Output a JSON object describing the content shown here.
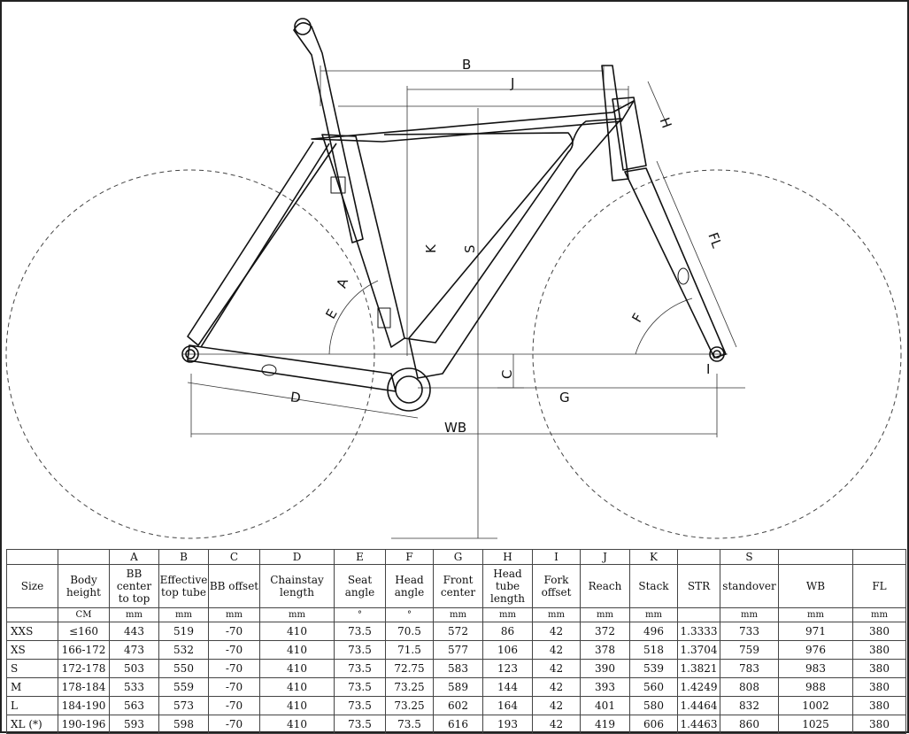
{
  "diagram": {
    "labels": {
      "B": "B",
      "J": "J",
      "H": "H",
      "K": "K",
      "S": "S",
      "A": "A",
      "E": "E",
      "F_head": "F",
      "FL": "FL",
      "C": "C",
      "D": "D",
      "G": "G",
      "I": "I",
      "WB": "WB"
    }
  },
  "table": {
    "letters": [
      "",
      "",
      "A",
      "B",
      "C",
      "D",
      "E",
      "F",
      "G",
      "H",
      "I",
      "J",
      "K",
      "",
      "S",
      "",
      ""
    ],
    "names": [
      "Size",
      "Body height",
      "BB center to top",
      "Effective top tube",
      "BB offset",
      "Chainstay length",
      "Seat angle",
      "Head angle",
      "Front center",
      "Head tube length",
      "Fork offset",
      "Reach",
      "Stack",
      "STR",
      "standover",
      "WB",
      "FL"
    ],
    "units": [
      "",
      "CM",
      "mm",
      "mm",
      "mm",
      "mm",
      "°",
      "°",
      "mm",
      "mm",
      "mm",
      "mm",
      "mm",
      "",
      "mm",
      "mm",
      "mm"
    ],
    "rows": [
      [
        "XXS",
        "≤160",
        "443",
        "519",
        "-70",
        "410",
        "73.5",
        "70.5",
        "572",
        "86",
        "42",
        "372",
        "496",
        "1.3333",
        "733",
        "971",
        "380"
      ],
      [
        "XS",
        "166-172",
        "473",
        "532",
        "-70",
        "410",
        "73.5",
        "71.5",
        "577",
        "106",
        "42",
        "378",
        "518",
        "1.3704",
        "759",
        "976",
        "380"
      ],
      [
        "S",
        "172-178",
        "503",
        "550",
        "-70",
        "410",
        "73.5",
        "72.75",
        "583",
        "123",
        "42",
        "390",
        "539",
        "1.3821",
        "783",
        "983",
        "380"
      ],
      [
        "M",
        "178-184",
        "533",
        "559",
        "-70",
        "410",
        "73.5",
        "73.25",
        "589",
        "144",
        "42",
        "393",
        "560",
        "1.4249",
        "808",
        "988",
        "380"
      ],
      [
        "L",
        "184-190",
        "563",
        "573",
        "-70",
        "410",
        "73.5",
        "73.25",
        "602",
        "164",
        "42",
        "401",
        "580",
        "1.4464",
        "832",
        "1002",
        "380"
      ],
      [
        "XL (*)",
        "190-196",
        "593",
        "598",
        "-70",
        "410",
        "73.5",
        "73.5",
        "616",
        "193",
        "42",
        "419",
        "606",
        "1.4463",
        "860",
        "1025",
        "380"
      ]
    ]
  }
}
